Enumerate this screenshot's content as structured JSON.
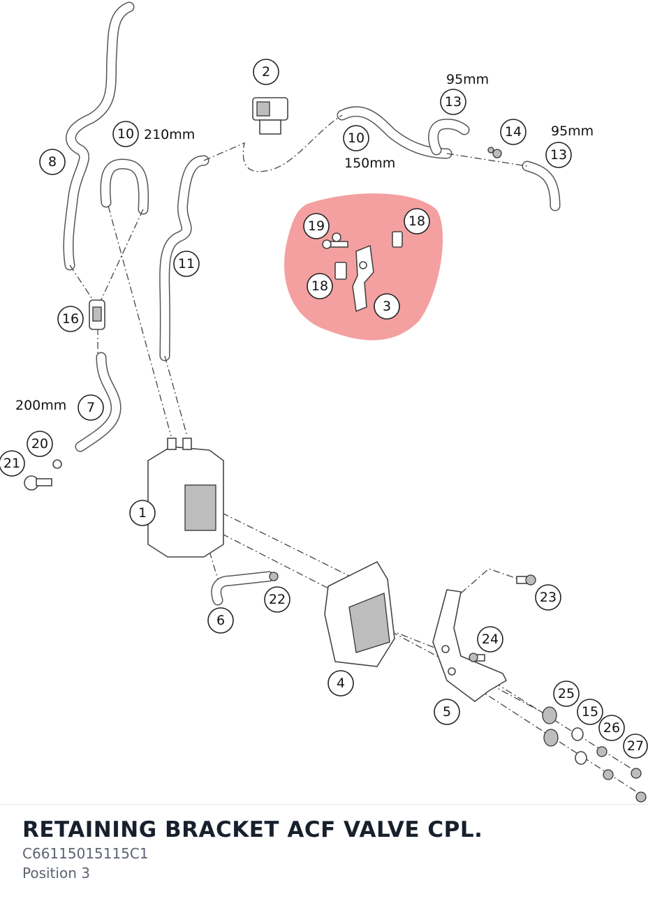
{
  "part": {
    "title": "RETAINING BRACKET ACF VALVE CPL.",
    "part_number": "C66115015115C1",
    "position_text": "Position 3"
  },
  "highlight": {
    "color": "#f08080",
    "target": "3"
  },
  "diagram": {
    "callouts": {
      "c1": "1",
      "c2": "2",
      "c3": "3",
      "c4": "4",
      "c5": "5",
      "c6": "6",
      "c7": "7",
      "c8": "8",
      "c10a": "10",
      "c10b": "10",
      "c11": "11",
      "c13a": "13",
      "c13b": "13",
      "c14": "14",
      "c15": "15",
      "c16": "16",
      "c18a": "18",
      "c18b": "18",
      "c19": "19",
      "c20": "20",
      "c21": "21",
      "c22": "22",
      "c23": "23",
      "c24": "24",
      "c25": "25",
      "c26": "26",
      "c27": "27"
    },
    "dimensions": {
      "d210": "210mm",
      "d150": "150mm",
      "d95a": "95mm",
      "d95b": "95mm",
      "d200": "200mm"
    }
  }
}
